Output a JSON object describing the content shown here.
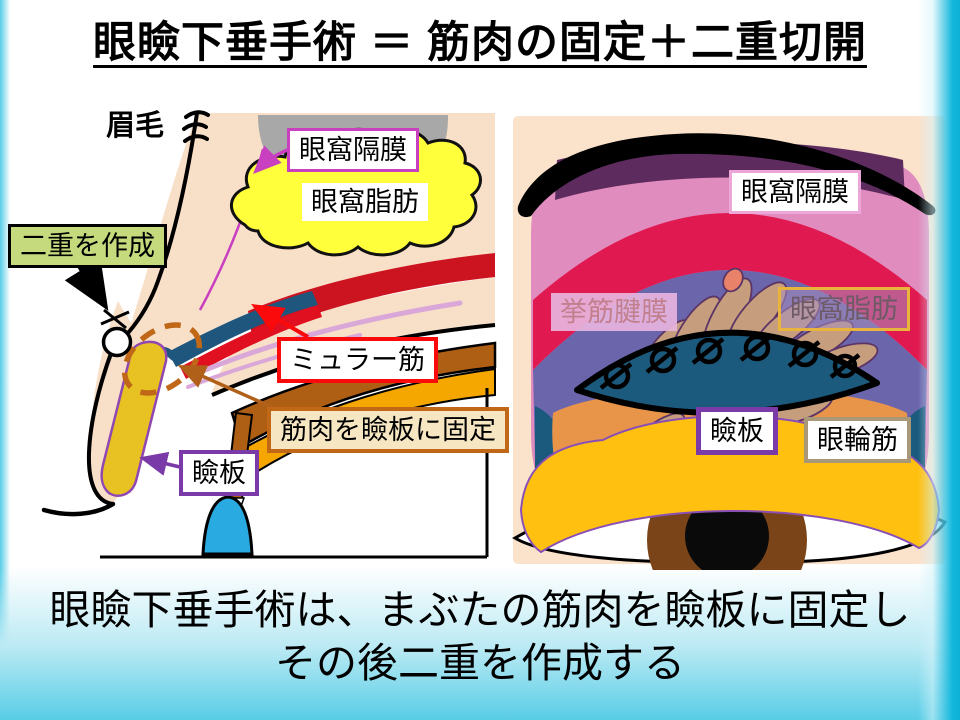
{
  "slide": {
    "title": "眼瞼下垂手術 ＝ 筋肉の固定＋二重切開",
    "caption_lines": [
      "眼瞼下垂手術は、まぶたの筋肉を瞼板に固定し",
      "その後二重を作成する"
    ]
  },
  "left_diagram": {
    "description": "eyelid cross-section",
    "labels": {
      "eyebrow": "眉毛",
      "orbital_septum": "眼窩隔膜",
      "orbital_fat": "眼窩脂肪",
      "create_double_fold": "二重を作成",
      "muller_muscle": "ミュラー筋",
      "fix_muscle_to_tarsus": "筋肉を瞼板に固定",
      "tarsus": "瞼板"
    }
  },
  "right_diagram": {
    "description": "eyelid frontal view",
    "labels": {
      "orbital_septum": "眼窩隔膜",
      "levator_aponeurosis": "挙筋腱膜",
      "orbital_fat": "眼窩脂肪",
      "tarsus": "瞼板",
      "orbicularis_oculi": "眼輪筋"
    }
  },
  "colors": {
    "skin": "#f8dfc8",
    "skin_right": "#fbe2cb",
    "fat_yellow": "#ffff3c",
    "levator_red": "#cc1420",
    "aponeurosis_blue": "#1e567e",
    "conjunctiva_violet": "#d9a8d8",
    "tarsus_gold": "#e8c223",
    "tarsus_yellow_right": "#ffc010",
    "septum_magenta": "#c83fc0",
    "crimson_band": "#e01a50",
    "slate_purple": "#6b66ac",
    "fat_tan": "#c69e7e",
    "orange_band": "#e8954a",
    "iris_brown": "#7a4418",
    "accent_cyan": "#12b7dc",
    "green_label": "#c5da7d",
    "cream_label": "#f6e7c2"
  }
}
